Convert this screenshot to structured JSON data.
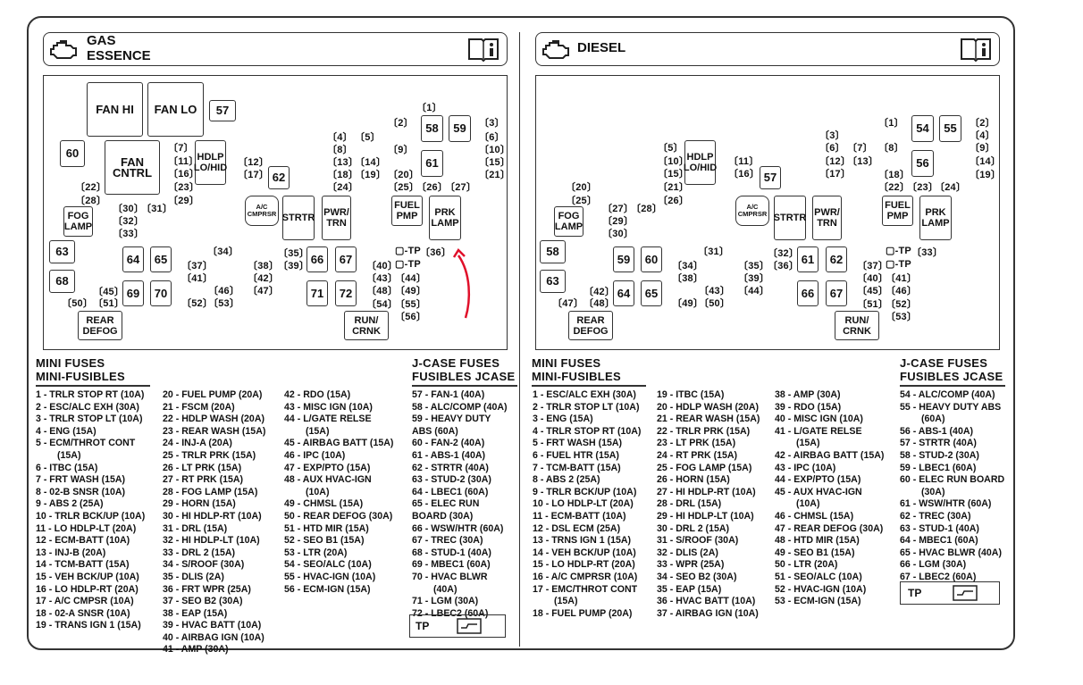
{
  "gas": {
    "title1": "GAS",
    "title2": "ESSENCE"
  },
  "diesel": {
    "title": "DIESEL"
  },
  "gas_box": {
    "fan_hi": "FAN HI",
    "fan_lo": "FAN LO",
    "f57": "57",
    "f60": "60",
    "fan_cntrl": "FAN CNTRL",
    "hdlp": "HDLP LO/HID",
    "fog": "FOG LAMP",
    "ac": "A/C CMPRSR",
    "strtr": "STRTR",
    "pwr": "PWR/ TRN",
    "fuel": "FUEL PMP",
    "prk": "PRK LAMP",
    "f62": "62",
    "f58": "58",
    "f59": "59",
    "f61": "61",
    "f63": "63",
    "f64": "64",
    "f65": "65",
    "f66": "66",
    "f67": "67",
    "f68": "68",
    "f69": "69",
    "f70": "70",
    "f71": "71",
    "f72": "72",
    "rear": "REAR DEFOG",
    "run": "RUN/ CRNK",
    "minis": [
      "〔1〕",
      "〔2〕",
      "〔3〕",
      "〔4〕",
      "〔5〕",
      "〔6〕",
      "〔7〕",
      "〔8〕",
      "〔9〕",
      "〔10〕",
      "〔11〕",
      "〔12〕",
      "〔13〕",
      "〔14〕",
      "〔15〕",
      "〔16〕",
      "〔17〕",
      "〔18〕",
      "〔19〕",
      "〔20〕",
      "〔21〕",
      "〔22〕",
      "〔23〕",
      "〔24〕",
      "〔25〕",
      "〔26〕",
      "〔27〕",
      "〔28〕",
      "〔29〕",
      "〔30〕",
      "〔31〕",
      "〔32〕",
      "〔33〕",
      "〔34〕",
      "〔35〕",
      "〔36〕",
      "〔37〕",
      "〔38〕",
      "〔39〕",
      "〔40〕",
      "〔41〕",
      "〔42〕",
      "〔43〕",
      "〔44〕",
      "〔45〕",
      "〔46〕",
      "〔47〕",
      "〔48〕",
      "〔49〕",
      "〔50〕",
      "〔51〕",
      "〔52〕",
      "〔53〕",
      "〔54〕",
      "〔55〕",
      "〔56〕"
    ],
    "tp1": "▢-TP",
    "tp2": "▢-TP"
  },
  "diesel_box": {
    "hdlp": "HDLP LO/HID",
    "fog": "FOG LAMP",
    "ac": "A/C CMPRSR",
    "strtr": "STRTR",
    "pwr": "PWR/ TRN",
    "fuel": "FUEL PMP",
    "prk": "PRK LAMP",
    "f54": "54",
    "f55": "55",
    "f56": "56",
    "f57": "57",
    "f58": "58",
    "f59": "59",
    "f60": "60",
    "f61": "61",
    "f62": "62",
    "f63": "63",
    "f64": "64",
    "f65": "65",
    "f66": "66",
    "f67": "67",
    "rear": "REAR DEFOG",
    "run": "RUN/ CRNK",
    "tp1": "▢-TP",
    "tp2": "▢-TP"
  },
  "gas_legend": {
    "mini_title1": "MINI FUSES",
    "mini_title2": "MINI-FUSIBLES",
    "jcase_title1": "J-CASE FUSES",
    "jcase_title2": "FUSIBLES JCASE",
    "col1": [
      "1 - TRLR STOP RT (10A)",
      "2 - ESC/ALC EXH (30A)",
      "3 - TRLR STOP LT (10A)",
      "4 - ENG (15A)",
      "5 - ECM/THROT CONT",
      "(15A)",
      "6 - ITBC (15A)",
      "7 - FRT WASH (15A)",
      "8 - 02-B SNSR (10A)",
      "9 - ABS 2 (25A)",
      "10 - TRLR BCK/UP (10A)",
      "11 - LO HDLP-LT (20A)",
      "12 - ECM-BATT (10A)",
      "13 - INJ-B (20A)",
      "14 - TCM-BATT (15A)",
      "15 - VEH BCK/UP (10A)",
      "16 - LO HDLP-RT (20A)",
      "17 - A/C CMPSR (10A)",
      "18 - 02-A SNSR (10A)",
      "19 - TRANS IGN 1 (15A)"
    ],
    "col2": [
      "20 - FUEL PUMP (20A)",
      "21 - FSCM (20A)",
      "22 - HDLP WASH (20A)",
      "23 - REAR WASH (15A)",
      "24 - INJ-A (20A)",
      "25 - TRLR PRK (15A)",
      "26 - LT PRK (15A)",
      "27 - RT PRK (15A)",
      "28 - FOG LAMP (15A)",
      "29 - HORN (15A)",
      "30 - HI HDLP-RT (10A)",
      "31 - DRL (15A)",
      "32 - HI HDLP-LT (10A)",
      "33 - DRL 2 (15A)",
      "34 - S/ROOF (30A)",
      "35 - DLIS (2A)",
      "36 - FRT WPR (25A)",
      "37 - SEO B2 (30A)",
      "38 - EAP (15A)",
      "39 - HVAC BATT (10A)",
      "40 - AIRBAG IGN (10A)",
      "41 - AMP (30A)"
    ],
    "col3": [
      "42 - RDO (15A)",
      "43 - MISC IGN (10A)",
      "44 - L/GATE RELSE",
      "(15A)",
      "45 - AIRBAG BATT (15A)",
      "46 - IPC (10A)",
      "47 - EXP/PTO (15A)",
      "48 - AUX HVAC-IGN",
      "(10A)",
      "49 - CHMSL (15A)",
      "50 - REAR DEFOG (30A)",
      "51 - HTD MIR (15A)",
      "52 - SEO B1 (15A)",
      "53 - LTR (20A)",
      "54 - SEO/ALC (10A)",
      "55 - HVAC-IGN (10A)",
      "56 - ECM-IGN (15A)"
    ],
    "col4": [
      "57 - FAN-1 (40A)",
      "58 - ALC/COMP (40A)",
      "59 - HEAVY DUTY",
      "ABS (60A)",
      "60 - FAN-2 (40A)",
      "61 - ABS-1 (40A)",
      "62 - STRTR (40A)",
      "63 - STUD-2 (30A)",
      "64 - LBEC1 (60A)",
      "65 - ELEC RUN",
      "BOARD (30A)",
      "66 - WSW/HTR (60A)",
      "67 - TREC (30A)",
      "68 - STUD-1 (40A)",
      "69 - MBEC1 (60A)",
      "70 - HVAC BLWR",
      "(40A)",
      "71 - LGM (30A)",
      "72 - LBEC2 (60A)"
    ],
    "tp": "TP"
  },
  "diesel_legend": {
    "mini_title1": "MINI FUSES",
    "mini_title2": "MINI-FUSIBLES",
    "jcase_title1": "J-CASE FUSES",
    "jcase_title2": "FUSIBLES JCASE",
    "col1": [
      "1 - ESC/ALC EXH (30A)",
      "2 - TRLR STOP LT (10A)",
      "3 - ENG (15A)",
      "4 - TRLR STOP RT (10A)",
      "5 - FRT WASH (15A)",
      "6 - FUEL HTR (15A)",
      "7 - TCM-BATT (15A)",
      "8 - ABS 2 (25A)",
      "9 - TRLR BCK/UP (10A)",
      "10 - LO HDLP-LT (20A)",
      "11 - ECM-BATT (10A)",
      "12 - DSL ECM (25A)",
      "13 - TRNS IGN 1 (15A)",
      "14 - VEH BCK/UP (10A)",
      "15 - LO HDLP-RT (20A)",
      "16 - A/C CMPRSR (10A)",
      "17 - EMC/THROT CONT",
      "(15A)",
      "18 - FUEL PUMP (20A)"
    ],
    "col2": [
      "19 - ITBC (15A)",
      "20 - HDLP WASH (20A)",
      "21 - REAR WASH (15A)",
      "22 - TRLR PRK (15A)",
      "23 - LT PRK (15A)",
      "24 - RT PRK (15A)",
      "25 - FOG LAMP (15A)",
      "26 - HORN (15A)",
      "27 - HI HDLP-RT (10A)",
      "28 - DRL (15A)",
      "29 - HI HDLP-LT (10A)",
      "30 - DRL 2 (15A)",
      "31 - S/ROOF (30A)",
      "32 - DLIS (2A)",
      "33 - WPR (25A)",
      "34 - SEO B2 (30A)",
      "35 - EAP (15A)",
      "36 - HVAC BATT (10A)",
      "37 - AIRBAG IGN (10A)"
    ],
    "col3": [
      "38 - AMP (30A)",
      "39 - RDO (15A)",
      "40 - MISC IGN (10A)",
      "41 - L/GATE RELSE",
      "(15A)",
      "42 - AIRBAG BATT (15A)",
      "43 - IPC (10A)",
      "44 - EXP/PTO (15A)",
      "45 - AUX HVAC-IGN",
      "(10A)",
      "46 - CHMSL (15A)",
      "47 - REAR DEFOG (30A)",
      "48 - HTD MIR (15A)",
      "49 - SEO B1 (15A)",
      "50 - LTR (20A)",
      "51 - SEO/ALC (10A)",
      "52 - HVAC-IGN (10A)",
      "53 - ECM-IGN (15A)"
    ],
    "col4": [
      "54 - ALC/COMP (40A)",
      "55 - HEAVY DUTY ABS",
      "(60A)",
      "56 - ABS-1 (40A)",
      "57 - STRTR (40A)",
      "58 - STUD-2 (30A)",
      "59 - LBEC1 (60A)",
      "60 - ELEC RUN BOARD",
      "(30A)",
      "61 - WSW/HTR (60A)",
      "62 - TREC (30A)",
      "63 - STUD-1 (40A)",
      "64 - MBEC1 (60A)",
      "65 - HVAC BLWR (40A)",
      "66 - LGM (30A)",
      "67 - LBEC2 (60A)"
    ],
    "tp": "TP"
  },
  "colors": {
    "annotation_arrow": "#e0102a",
    "line": "#333333"
  }
}
